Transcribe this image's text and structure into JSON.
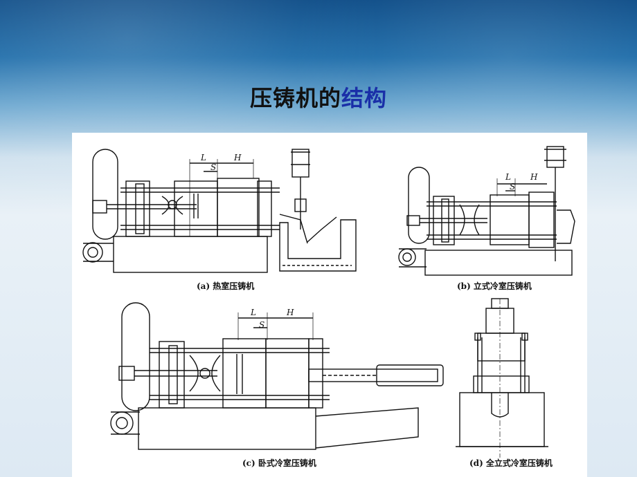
{
  "slide": {
    "title_part1": "压铸机的",
    "title_part2": "结构"
  },
  "figure": {
    "panels": [
      {
        "id": "a",
        "caption": "(a) 热室压铸机",
        "dims": [
          "L",
          "S",
          "H"
        ]
      },
      {
        "id": "b",
        "caption": "(b) 立式冷室压铸机",
        "dims": [
          "L",
          "S",
          "H"
        ]
      },
      {
        "id": "c",
        "caption": "(c) 卧式冷室压铸机",
        "dims": [
          "L",
          "S",
          "H"
        ]
      },
      {
        "id": "d",
        "caption": "(d) 全立式冷室压铸机",
        "dims": []
      }
    ]
  }
}
